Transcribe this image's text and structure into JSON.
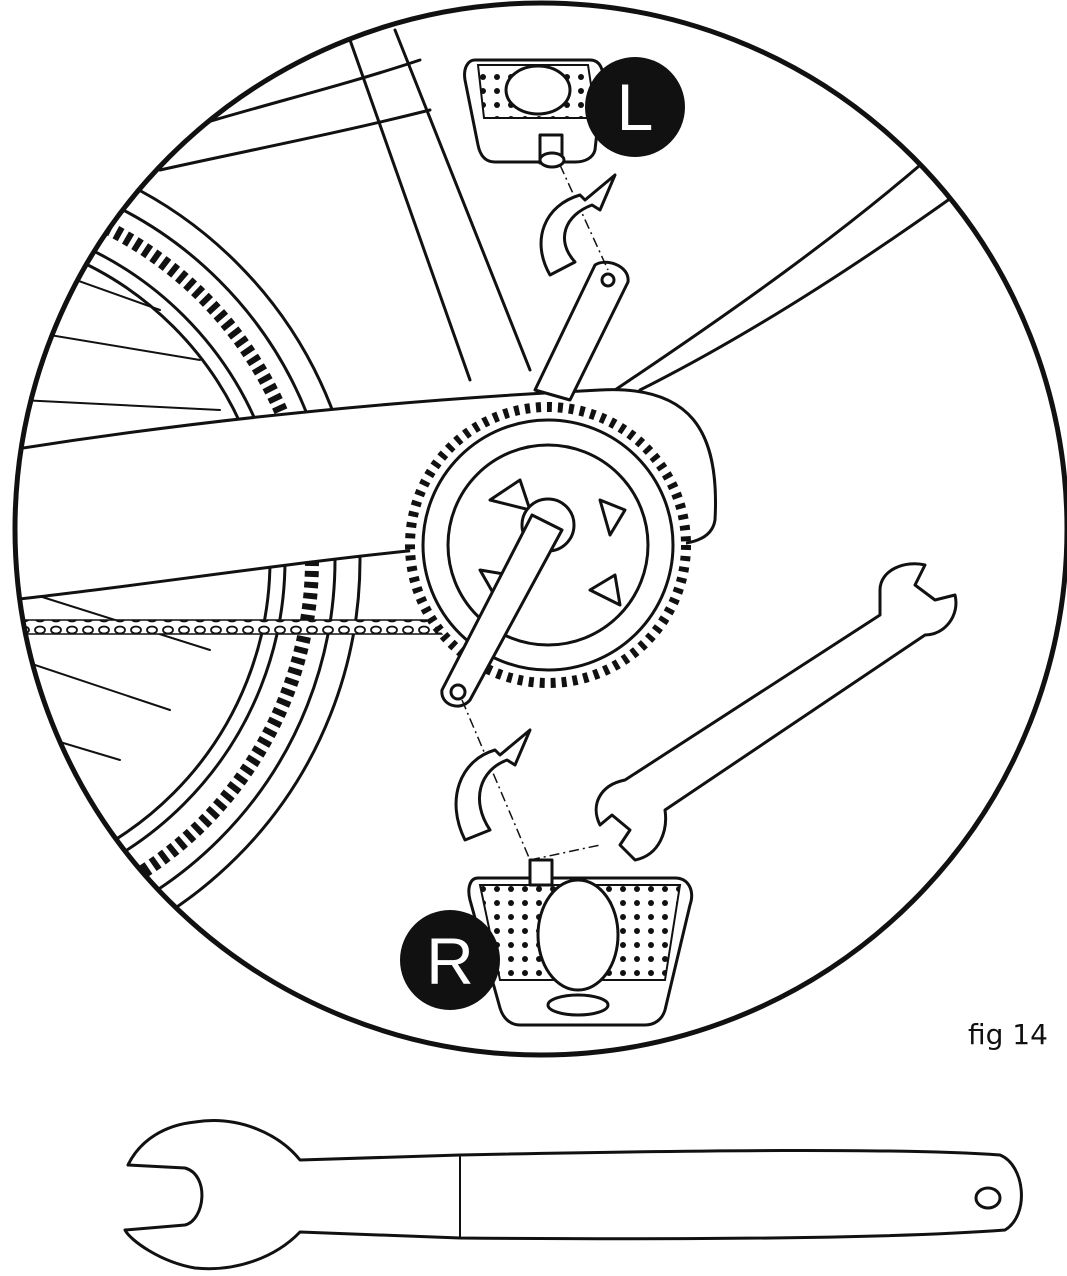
{
  "figure": {
    "caption": "fig 14",
    "left_badge": "L",
    "right_badge": "R",
    "colors": {
      "ink": "#111111",
      "paper": "#ffffff"
    }
  }
}
